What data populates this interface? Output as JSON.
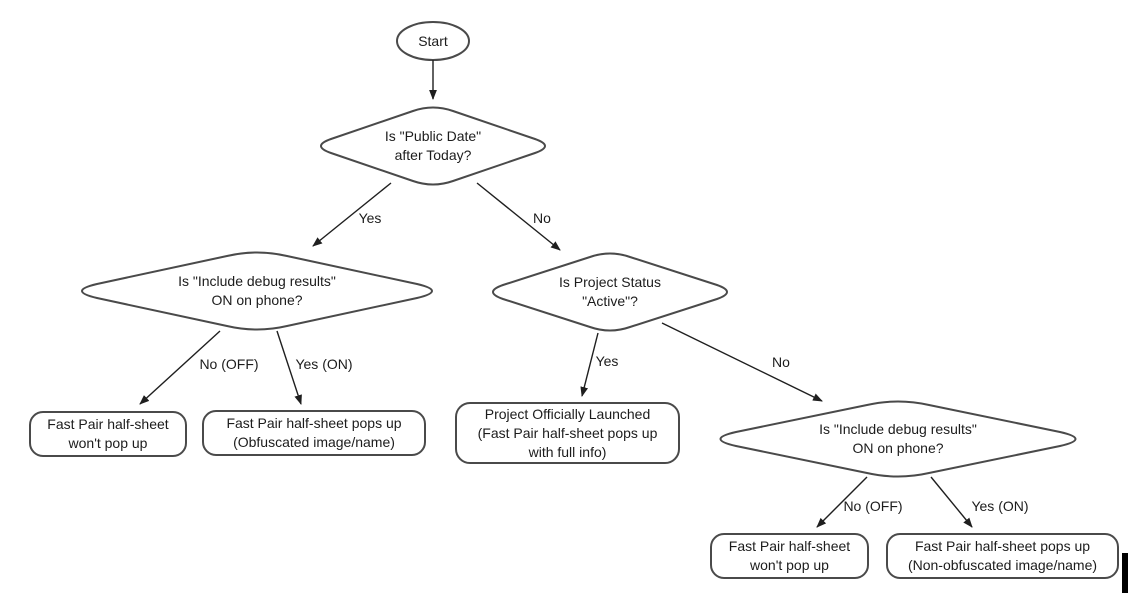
{
  "diagram": {
    "title_hint": "Fast Pair half-sheet decision flowchart",
    "colors": {
      "background": "#ffffff",
      "shape_stroke": "#4a4a4a",
      "arrow": "#1f1f1f",
      "text": "#1c1c1c"
    },
    "nodes": {
      "start": {
        "type": "oval",
        "label": "Start"
      },
      "decision_public_date": {
        "type": "decision",
        "lines": [
          "Is \"Public Date\"",
          "after Today?"
        ]
      },
      "decision_debug_left": {
        "type": "decision",
        "lines": [
          "Is \"Include debug results\"",
          "ON on phone?"
        ]
      },
      "decision_project_status": {
        "type": "decision",
        "lines": [
          "Is Project Status",
          "\"Active\"?"
        ]
      },
      "decision_debug_right": {
        "type": "decision",
        "lines": [
          "Is \"Include debug results\"",
          "ON on phone?"
        ]
      },
      "result_no_popup_left": {
        "type": "result",
        "lines": [
          "Fast Pair half-sheet",
          "won't pop up"
        ]
      },
      "result_obfuscated": {
        "type": "result",
        "lines": [
          "Fast Pair half-sheet pops up",
          "(Obfuscated image/name)"
        ]
      },
      "result_launched": {
        "type": "result",
        "lines": [
          "Project Officially Launched",
          "(Fast Pair half-sheet pops up",
          "with full info)"
        ]
      },
      "result_no_popup_right": {
        "type": "result",
        "lines": [
          "Fast Pair half-sheet",
          "won't pop up"
        ]
      },
      "result_non_obfuscated": {
        "type": "result",
        "lines": [
          "Fast Pair half-sheet pops up",
          "(Non-obfuscated image/name)"
        ]
      }
    },
    "edge_labels": {
      "public_date_yes": "Yes",
      "public_date_no": "No",
      "debug_left_no": "No (OFF)",
      "debug_left_yes": "Yes (ON)",
      "project_status_yes": "Yes",
      "project_status_no": "No",
      "debug_right_no": "No (OFF)",
      "debug_right_yes": "Yes (ON)"
    }
  }
}
